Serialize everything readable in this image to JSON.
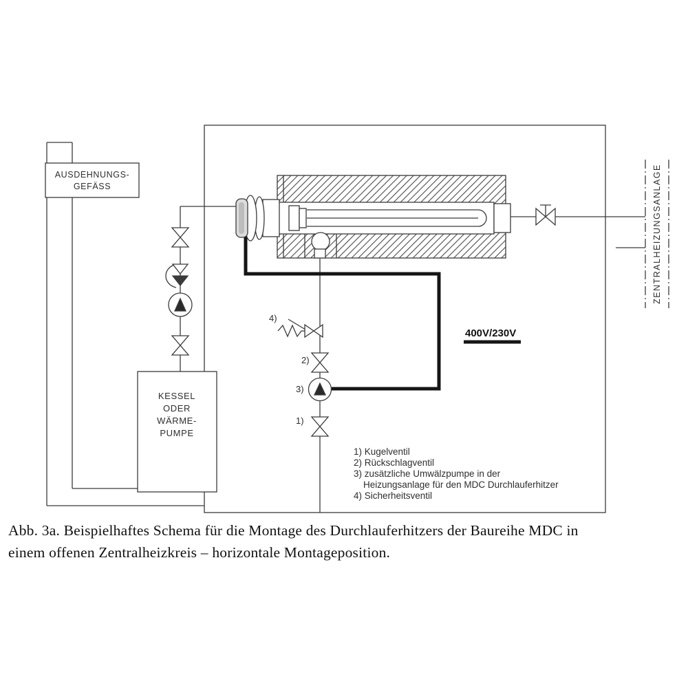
{
  "diagram": {
    "expansion_vessel": {
      "line1": "AUSDEHNUNGS-",
      "line2": "GEFÄSS"
    },
    "boiler": {
      "line1": "KESSEL",
      "line2": "ODER",
      "line3": "WÄRME-",
      "line4": "PUMPE"
    },
    "central_heating_label": "ZENTRALHEIZUNGSANLAGE",
    "power_label": "400V/230V",
    "callouts": {
      "c1": "1)",
      "c2": "2)",
      "c3": "3)",
      "c4": "4)"
    },
    "legend": {
      "item1": "1) Kugelventil",
      "item2": "2) Rückschlagventil",
      "item3": "3) zusätzliche Umwälzpumpe in der",
      "item3_cont": "Heizungsanlage für den MDC Durchlauferhitzer",
      "item4": "4) Sicherheitsventil"
    }
  },
  "caption": {
    "line1": "Abb. 3a. Beispielhaftes Schema für die Montage des Durchlauferhitzers der Baureihe MDC in",
    "line2": "einem offenen Zentralheizkreis – horizontale Montageposition."
  }
}
